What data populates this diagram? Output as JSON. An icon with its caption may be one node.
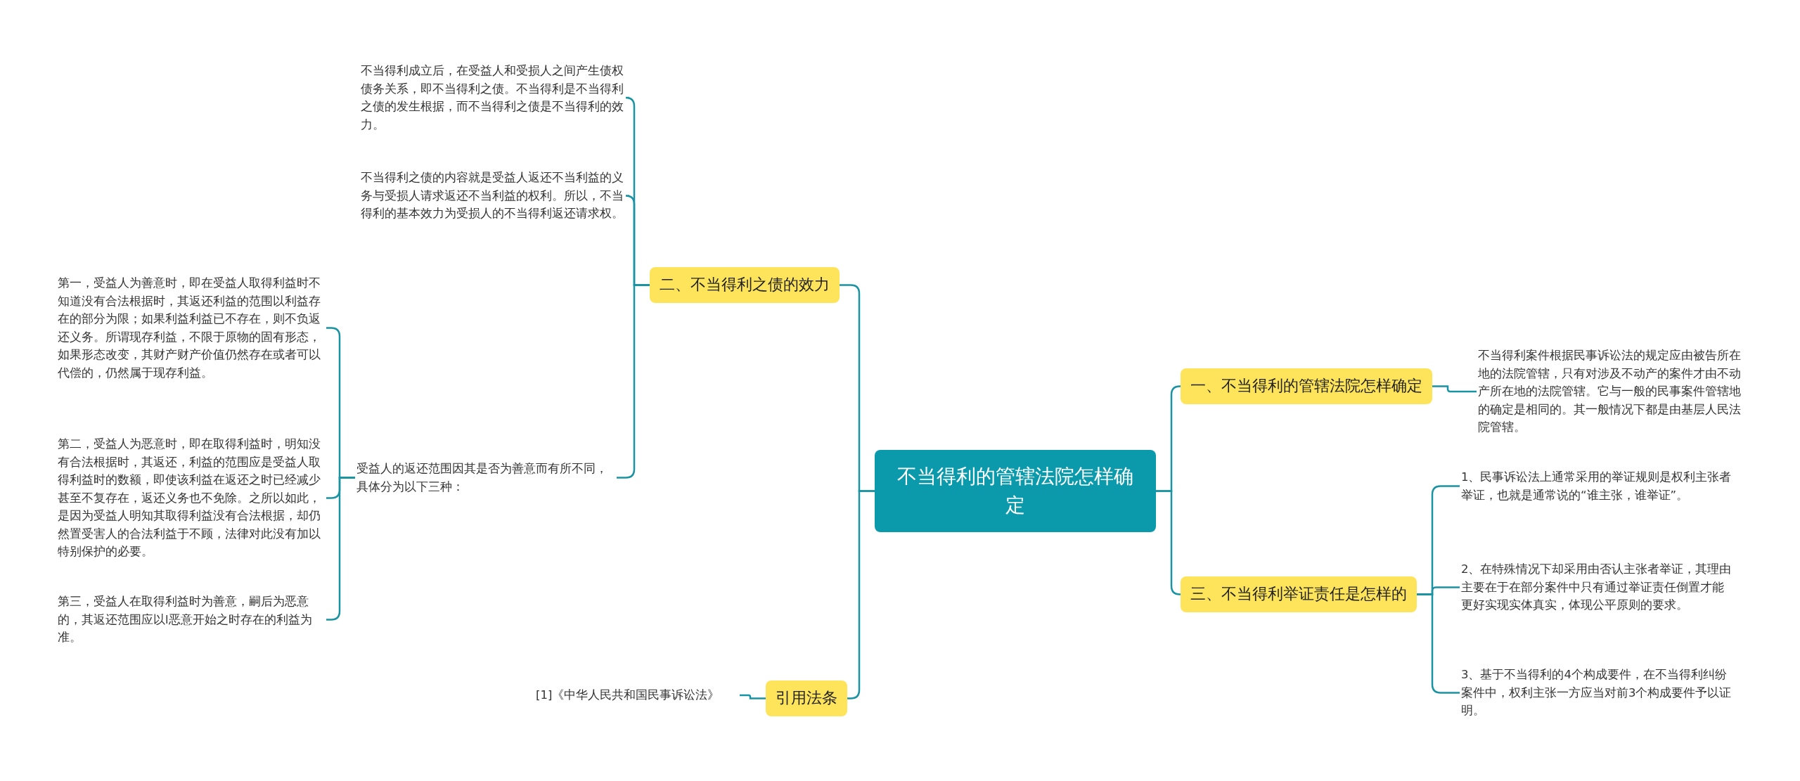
{
  "diagram": {
    "nodes": [
      {
        "text": [
          "不当得利的管辖法院怎样确定"
        ]
      },
      {
        "text": [
          "二、不当得利之债的效力"
        ]
      },
      {
        "text": [
          "不当得利成立后，在受益人和受损人之间产生债权债务关系，即不当得利之债。不当得利是不当得利之债的发生根据，而不当得利之债是不当得利的效力。"
        ]
      },
      {
        "text": [
          "不当得利之债的内容就是受益人返还不当利益的义务与受损人请求返还不当利益的权利。所以，不当得利的基本效力为受损人的不当得利返还请求权。"
        ]
      },
      {
        "text": [
          "受益人的返还范围因其是否为善意而有所不同，具体分为以下三种："
        ]
      },
      {
        "text": [
          "第一，受益人为善意时，即在受益人取得利益时不知道没有合法根据时，其返还利益的范围以利益存在的部分为限；如果利益利益已不存在，则不负返还义务。所谓现存利益，不限于原物的固有形态，如果形态改变，其财产财产价值仍然存在或者可以代偿的，仍然属于现存利益。"
        ]
      },
      {
        "text": [
          "第二，受益人为恶意时，即在取得利益时，明知没有合法根据时，其返还，利益的范围应是受益人取得利益时的数额，即使该利益在返还之时已经减少甚至不复存在，返还义务也不免除。之所以如此，是因为受益人明知其取得利益没有合法根据，却仍然置受害人的合法利益于不顾，法律对此没有加以特别保护的必要。"
        ]
      },
      {
        "text": [
          "第三，受益人在取得利益时为善意，嗣后为恶意的，其返还范围应以l恶意开始之时存在的利益为准。"
        ]
      },
      {
        "text": [
          "引用法条"
        ]
      },
      {
        "text": [
          "[1]《中华人民共和国民事诉讼法》"
        ]
      },
      {
        "text": [
          "一、不当得利的管辖法院怎样确定"
        ]
      },
      {
        "text": [
          "不当得利案件根据民事诉讼法的规定应由被告所在地的法院管辖，只有对涉及不动产的案件才由不动产所在地的法院管辖。它与一般的民事案件管辖地的确定是相同的。其一般情况下都是由基层人民法院管辖。"
        ]
      },
      {
        "text": [
          "三、不当得利举证责任是怎样的"
        ]
      },
      {
        "text": [
          "1、民事诉讼法上通常采用的举证规则是权利主张者举证，也就是通常说的“谁主张，谁举证”。"
        ]
      },
      {
        "text": [
          "2、在特殊情况下却采用由否认主张者举证，其理由主要在于在部分案件中只有通过举证责任倒置才能更好实现实体真实，体现公平原则的要求。"
        ]
      },
      {
        "text": [
          "3、基于不当得利的4个构成要件，在不当得利纠纷案件中，权利主张一方应当对前3个构成要件予以证明。"
        ]
      }
    ],
    "edges": [
      {
        "from": 0,
        "to": 1,
        "arrow": "none"
      },
      {
        "from": 1,
        "to": 2,
        "arrow": "none"
      },
      {
        "from": 1,
        "to": 3,
        "arrow": "none"
      },
      {
        "from": 1,
        "to": 4,
        "arrow": "none"
      },
      {
        "from": 4,
        "to": 5,
        "arrow": "none"
      },
      {
        "from": 4,
        "to": 6,
        "arrow": "none"
      },
      {
        "from": 4,
        "to": 7,
        "arrow": "none"
      },
      {
        "from": 0,
        "to": 8,
        "arrow": "none"
      },
      {
        "from": 8,
        "to": 9,
        "arrow": "none"
      },
      {
        "from": 0,
        "to": 10,
        "arrow": "none"
      },
      {
        "from": 10,
        "to": 11,
        "arrow": "none"
      },
      {
        "from": 0,
        "to": 12,
        "arrow": "none"
      },
      {
        "from": 12,
        "to": 13,
        "arrow": "none"
      },
      {
        "from": 12,
        "to": 14,
        "arrow": "none"
      },
      {
        "from": 12,
        "to": 15,
        "arrow": "none"
      }
    ]
  }
}
